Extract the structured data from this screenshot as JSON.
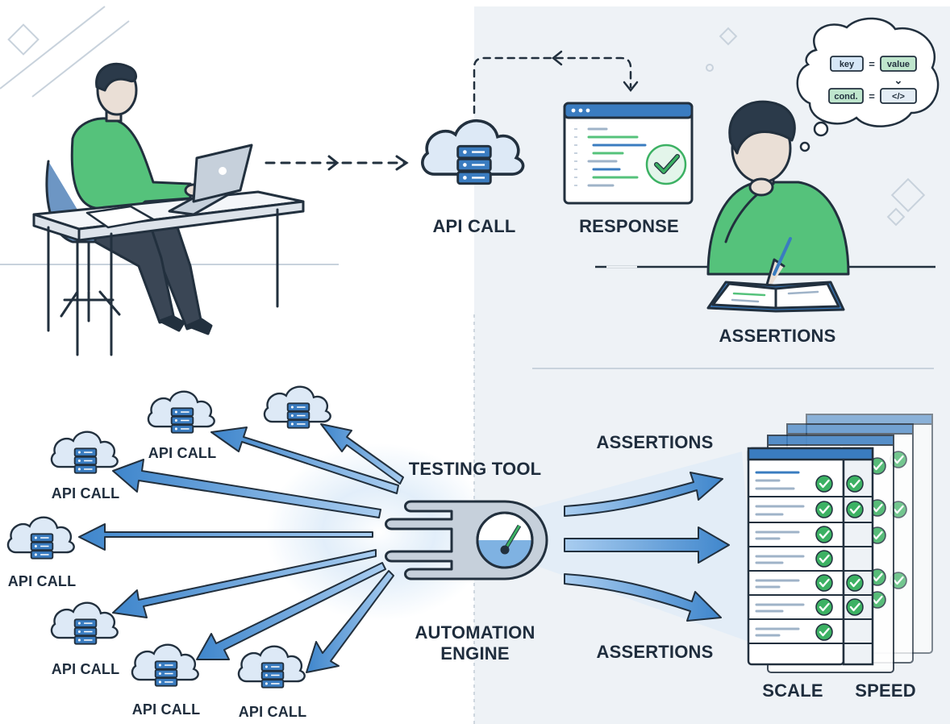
{
  "colors": {
    "panel_bg": "#eef2f6",
    "outline": "#22303e",
    "skin": "#eadfd6",
    "hair": "#2b3a4a",
    "shirt": "#55c27b",
    "pants": "#3a4655",
    "cloud_fill": "#dde9f6",
    "server_blue": "#3a7cc0",
    "arrow_blue": "#3f86cc",
    "check_green": "#3cb163"
  },
  "labels": {
    "api_call_top": "API CALL",
    "response": "RESPONSE",
    "assertions_top": "ASSERTIONS",
    "testing_tool": "TESTING TOOL",
    "automation_engine_line1": "AUTOMATION",
    "automation_engine_line2": "ENGINE",
    "assertions_upper": "ASSERTIONS",
    "assertions_lower": "ASSERTIONS",
    "scale": "SCALE",
    "speed": "SPEED"
  },
  "thought_bubble": {
    "key": "key",
    "equals": "=",
    "value": "value",
    "cond": "cond.",
    "code": "</>",
    "arrow": "⌄"
  },
  "api_calls": {
    "left_upper": "API CALL",
    "upper_left": "API CALL",
    "left_middle": "API CALL",
    "left_lower": "API CALL",
    "bottom_left": "API CALL",
    "bottom_right": "API CALL"
  },
  "icons": [
    "developer-at-desk",
    "laptop-icon",
    "cloud-server-icon",
    "browser-window-icon",
    "checkmark-icon",
    "thinking-person",
    "thought-bubble",
    "open-notebook",
    "automation-engine-gauge",
    "checklist-stack"
  ]
}
